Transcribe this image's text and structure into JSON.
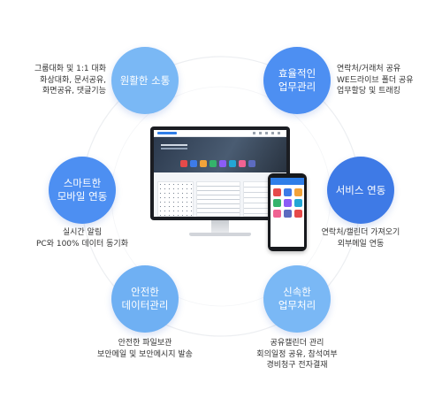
{
  "nodes": [
    {
      "id": "smooth-communication",
      "lines": [
        "원활한 소통"
      ],
      "color": "#7ab8f5",
      "caption": [
        "그룹대화 및 1:1 대화",
        "화상대화, 문서공유,",
        "화면공유, 댓글기능"
      ]
    },
    {
      "id": "efficient-work",
      "lines": [
        "효율적인",
        "업무관리"
      ],
      "color": "#4d8ff2",
      "caption": [
        "연락처/거래처 공유",
        "WE드라이브 폴더 공유",
        "업무할당 및 트래킹"
      ]
    },
    {
      "id": "mobile-sync",
      "lines": [
        "스마트한",
        "모바일 연동"
      ],
      "color": "#4d8ff2",
      "caption": [
        "실시간 알림",
        "PC와 100% 데이터 동기화"
      ]
    },
    {
      "id": "service-integration",
      "lines": [
        "서비스 연동"
      ],
      "color": "#3e7ae6",
      "caption": [
        "연락처/캘린더 가져오기",
        "외부메일 연동"
      ]
    },
    {
      "id": "safe-data",
      "lines": [
        "안전한",
        "데이터관리"
      ],
      "color": "#6fb0f3",
      "caption": [
        "안전한 파일보관",
        "보안메일 및 보안메시지 발송"
      ]
    },
    {
      "id": "fast-processing",
      "lines": [
        "신속한",
        "업무처리"
      ],
      "color": "#7ab8f5",
      "caption": [
        "공유캘린더 관리",
        "회의일정 공유, 참석여부",
        "경비청구 전자결재"
      ]
    }
  ],
  "ring_color": "#eceef1",
  "app_colors": [
    "#e64a4a",
    "#3d7be8",
    "#f2a33a",
    "#35b36b",
    "#8b5cf6",
    "#23a6d5",
    "#f06292",
    "#5c6bc0"
  ]
}
